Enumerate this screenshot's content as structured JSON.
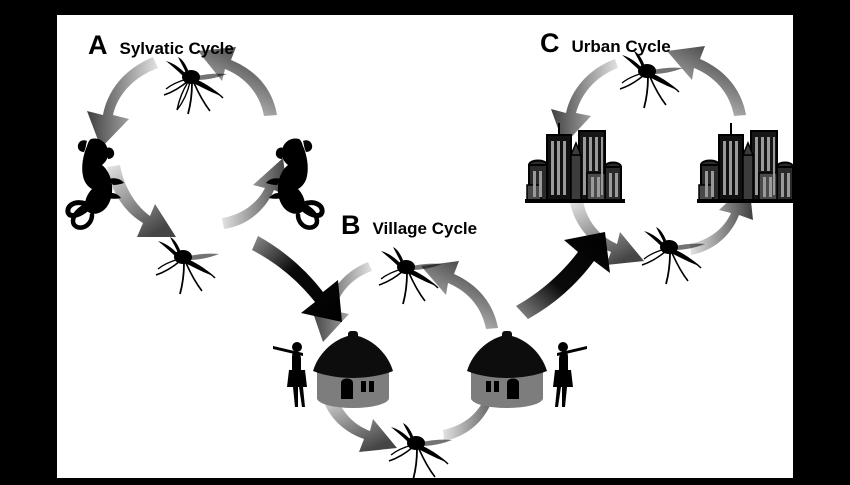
{
  "figure": {
    "background": "#000000",
    "canvas_background": "#ffffff",
    "ink": "#000000",
    "arrow_gray_light": "#d8d8d8",
    "arrow_gray_dark": "#4a4a4a",
    "hut_wall_gray": "#7d7d7d",
    "building_gray": "#555555"
  },
  "panels": [
    {
      "id": "A",
      "letter": "A",
      "title": "Sylvatic Cycle",
      "nodes": [
        {
          "name": "mosquito-top",
          "icon": "mosquito-icon"
        },
        {
          "name": "monkey-left",
          "icon": "monkey-icon"
        },
        {
          "name": "monkey-right",
          "icon": "monkey-icon"
        },
        {
          "name": "mosquito-bottom",
          "icon": "mosquito-icon"
        }
      ]
    },
    {
      "id": "B",
      "letter": "B",
      "title": "Village Cycle",
      "nodes": [
        {
          "name": "mosquito-top",
          "icon": "mosquito-icon"
        },
        {
          "name": "village-hut-left",
          "icon": "hut-icon"
        },
        {
          "name": "village-hut-right",
          "icon": "hut-icon"
        },
        {
          "name": "mosquito-bottom",
          "icon": "mosquito-icon"
        }
      ]
    },
    {
      "id": "C",
      "letter": "C",
      "title": "Urban Cycle",
      "nodes": [
        {
          "name": "mosquito-top",
          "icon": "mosquito-icon"
        },
        {
          "name": "city-skyline-left",
          "icon": "city-buildings-icon"
        },
        {
          "name": "city-skyline-right",
          "icon": "city-buildings-icon"
        },
        {
          "name": "mosquito-bottom",
          "icon": "mosquito-icon"
        }
      ]
    }
  ],
  "connectors": [
    {
      "name": "sylvatic-to-village-arrow",
      "style": "solid-black",
      "from": "A",
      "to": "B"
    },
    {
      "name": "village-to-urban-arrow",
      "style": "solid-black",
      "from": "B",
      "to": "C"
    }
  ]
}
